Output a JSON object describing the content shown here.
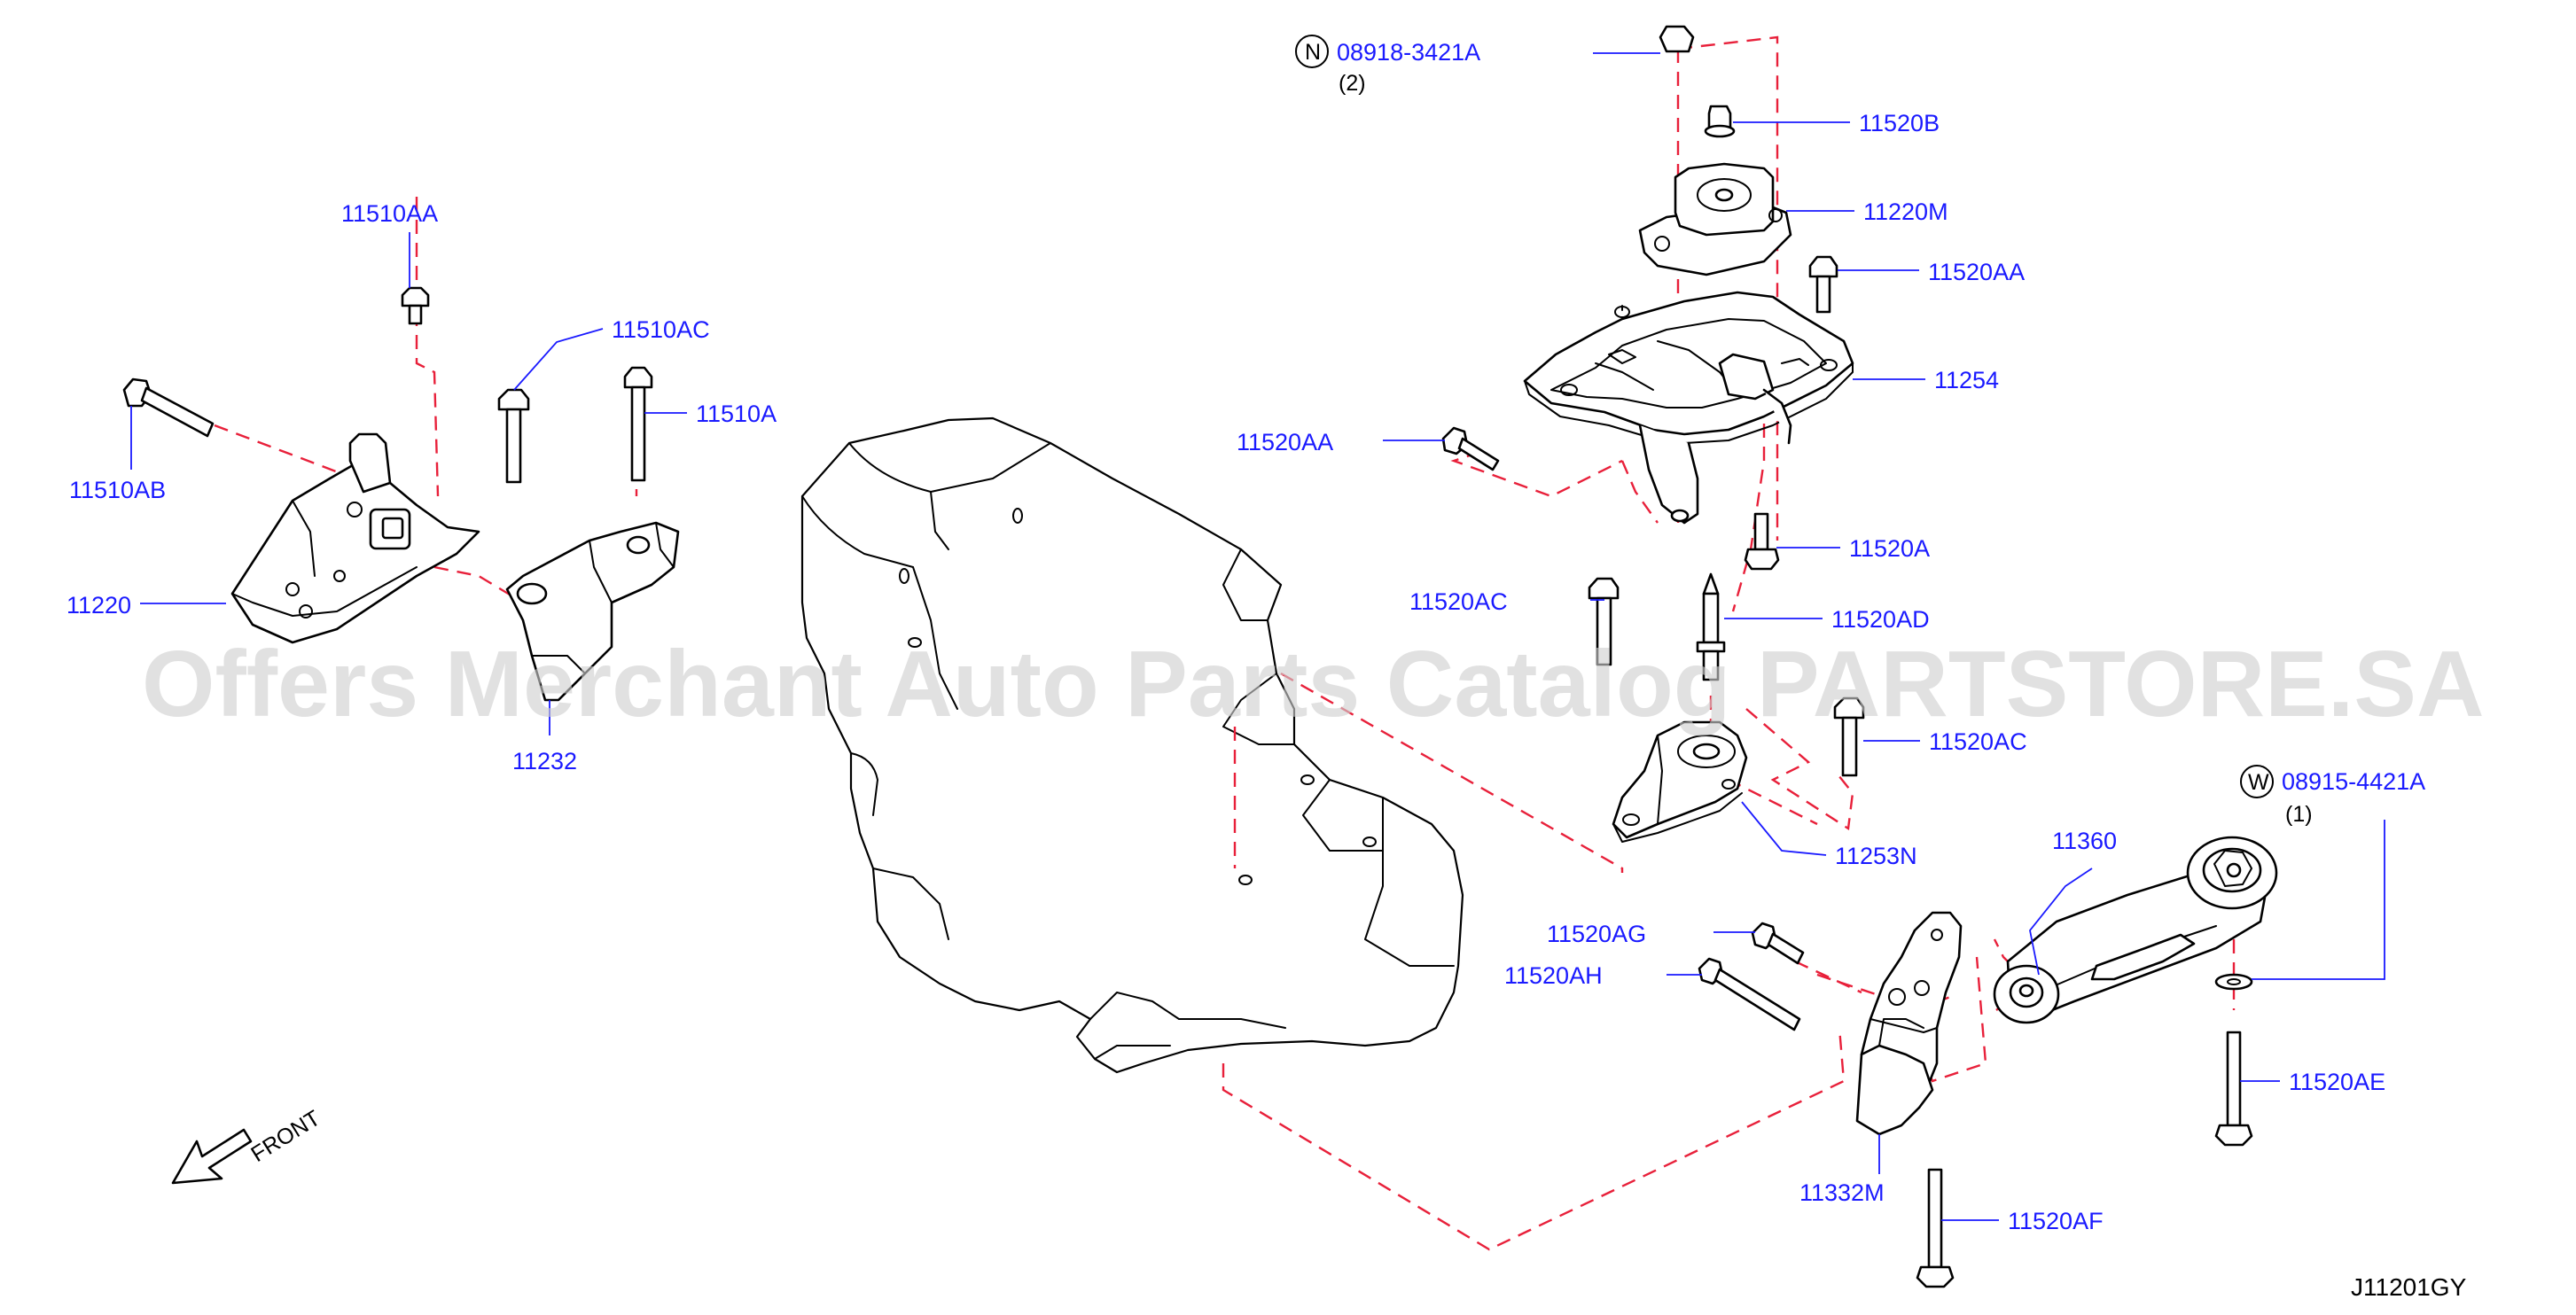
{
  "watermark": "Offers Merchant Auto Parts Catalog PARTSTORE.SA",
  "diagram_code": "J11201GY",
  "front_label": "FRONT",
  "parts": {
    "p_08918": {
      "code": "08918-3421A",
      "badge": "N",
      "qty": "(2)"
    },
    "p_08915": {
      "code": "08915-4421A",
      "badge": "W",
      "qty": "(1)"
    },
    "p_11520B": "11520B",
    "p_11220M": "11220M",
    "p_11520AA_r": "11520AA",
    "p_11254": "11254",
    "p_11520AA_l": "11520AA",
    "p_11520A": "11520A",
    "p_11520AC_l": "11520AC",
    "p_11520AD": "11520AD",
    "p_11520AC_r": "11520AC",
    "p_11253N": "11253N",
    "p_11360": "11360",
    "p_11520AG": "11520AG",
    "p_11520AH": "11520AH",
    "p_11520AE": "11520AE",
    "p_11332M": "11332M",
    "p_11520AF": "11520AF",
    "p_11510AA": "11510AA",
    "p_11510AC": "11510AC",
    "p_11510A": "11510A",
    "p_11510AB": "11510AB",
    "p_11220": "11220",
    "p_11232": "11232"
  }
}
